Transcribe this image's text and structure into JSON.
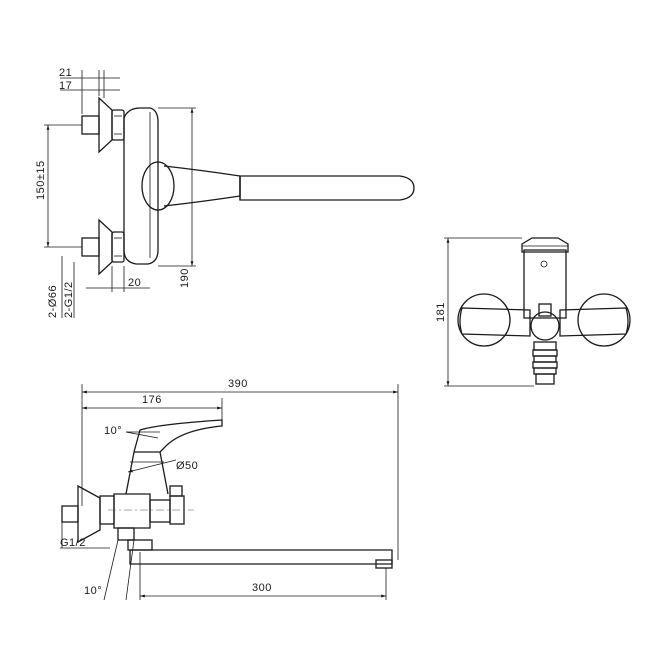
{
  "dimensions": {
    "top_view": {
      "d21": "21",
      "d17": "17",
      "d150": "150±15",
      "d66": "2-Ø66",
      "dg12": "2-G1/2",
      "d20": "20",
      "d190": "190"
    },
    "front_view": {
      "d181": "181"
    },
    "side_view": {
      "d390": "390",
      "d176": "176",
      "d10_top": "10°",
      "d50": "Ø50",
      "dg12": "G1/2",
      "d10_bottom": "10°",
      "d300": "300"
    }
  },
  "colors": {
    "line": "#1a1a1a",
    "background": "#ffffff"
  }
}
